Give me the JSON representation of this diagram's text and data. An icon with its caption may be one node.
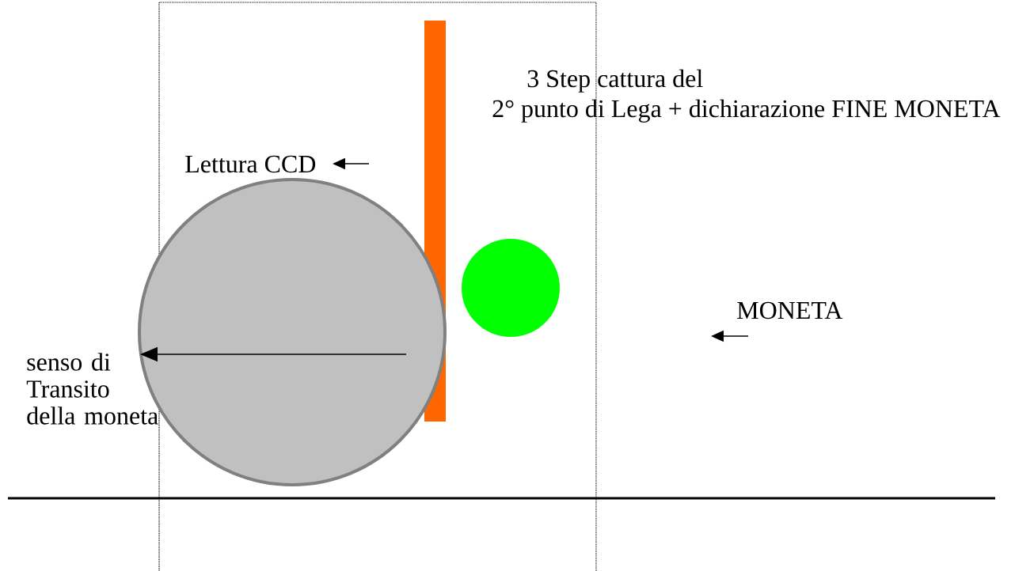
{
  "diagram": {
    "labels": [
      "3 Step  cattura del",
      "2° punto di Lega + dichiarazione FINE MONETA",
      "Lettura CCD",
      "MONETA",
      "senso di Transito della moneta"
    ]
  }
}
